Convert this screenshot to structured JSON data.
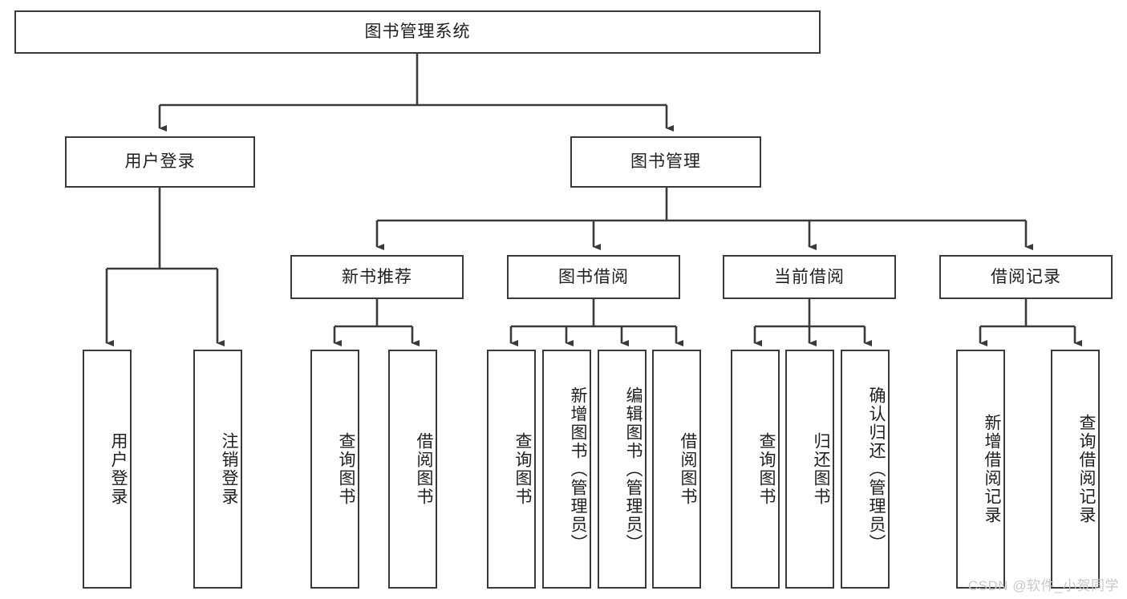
{
  "diagram": {
    "title": "图书管理系统",
    "type": "tree-hierarchy",
    "stroke_color": "#3a3a3a",
    "fill_color": "#ffffff",
    "text_color": "#1f1f1f",
    "root": {
      "label": "图书管理系统"
    },
    "level2": [
      {
        "label": "用户登录"
      },
      {
        "label": "图书管理"
      }
    ],
    "level3": [
      {
        "label": "新书推荐"
      },
      {
        "label": "图书借阅"
      },
      {
        "label": "当前借阅"
      },
      {
        "label": "借阅记录"
      }
    ],
    "leaves": [
      {
        "label": "用户登录",
        "parent": "用户登录"
      },
      {
        "label": "注销登录",
        "parent": "用户登录"
      },
      {
        "label": "查询图书",
        "parent": "新书推荐"
      },
      {
        "label": "借阅图书",
        "parent": "新书推荐"
      },
      {
        "label": "查询图书",
        "parent": "图书借阅"
      },
      {
        "label": "新增图书（管理员）",
        "parent": "图书借阅"
      },
      {
        "label": "编辑图书（管理员）",
        "parent": "图书借阅"
      },
      {
        "label": "借阅图书",
        "parent": "图书借阅"
      },
      {
        "label": "查询图书",
        "parent": "当前借阅"
      },
      {
        "label": "归还图书",
        "parent": "当前借阅"
      },
      {
        "label": "确认归还（管理员）",
        "parent": "当前借阅"
      },
      {
        "label": "新增借阅记录",
        "parent": "借阅记录"
      },
      {
        "label": "查询借阅记录",
        "parent": "借阅记录"
      }
    ]
  },
  "watermark": {
    "text": "CSDN @软件_小贺同学",
    "color": "#c9c9c9"
  }
}
